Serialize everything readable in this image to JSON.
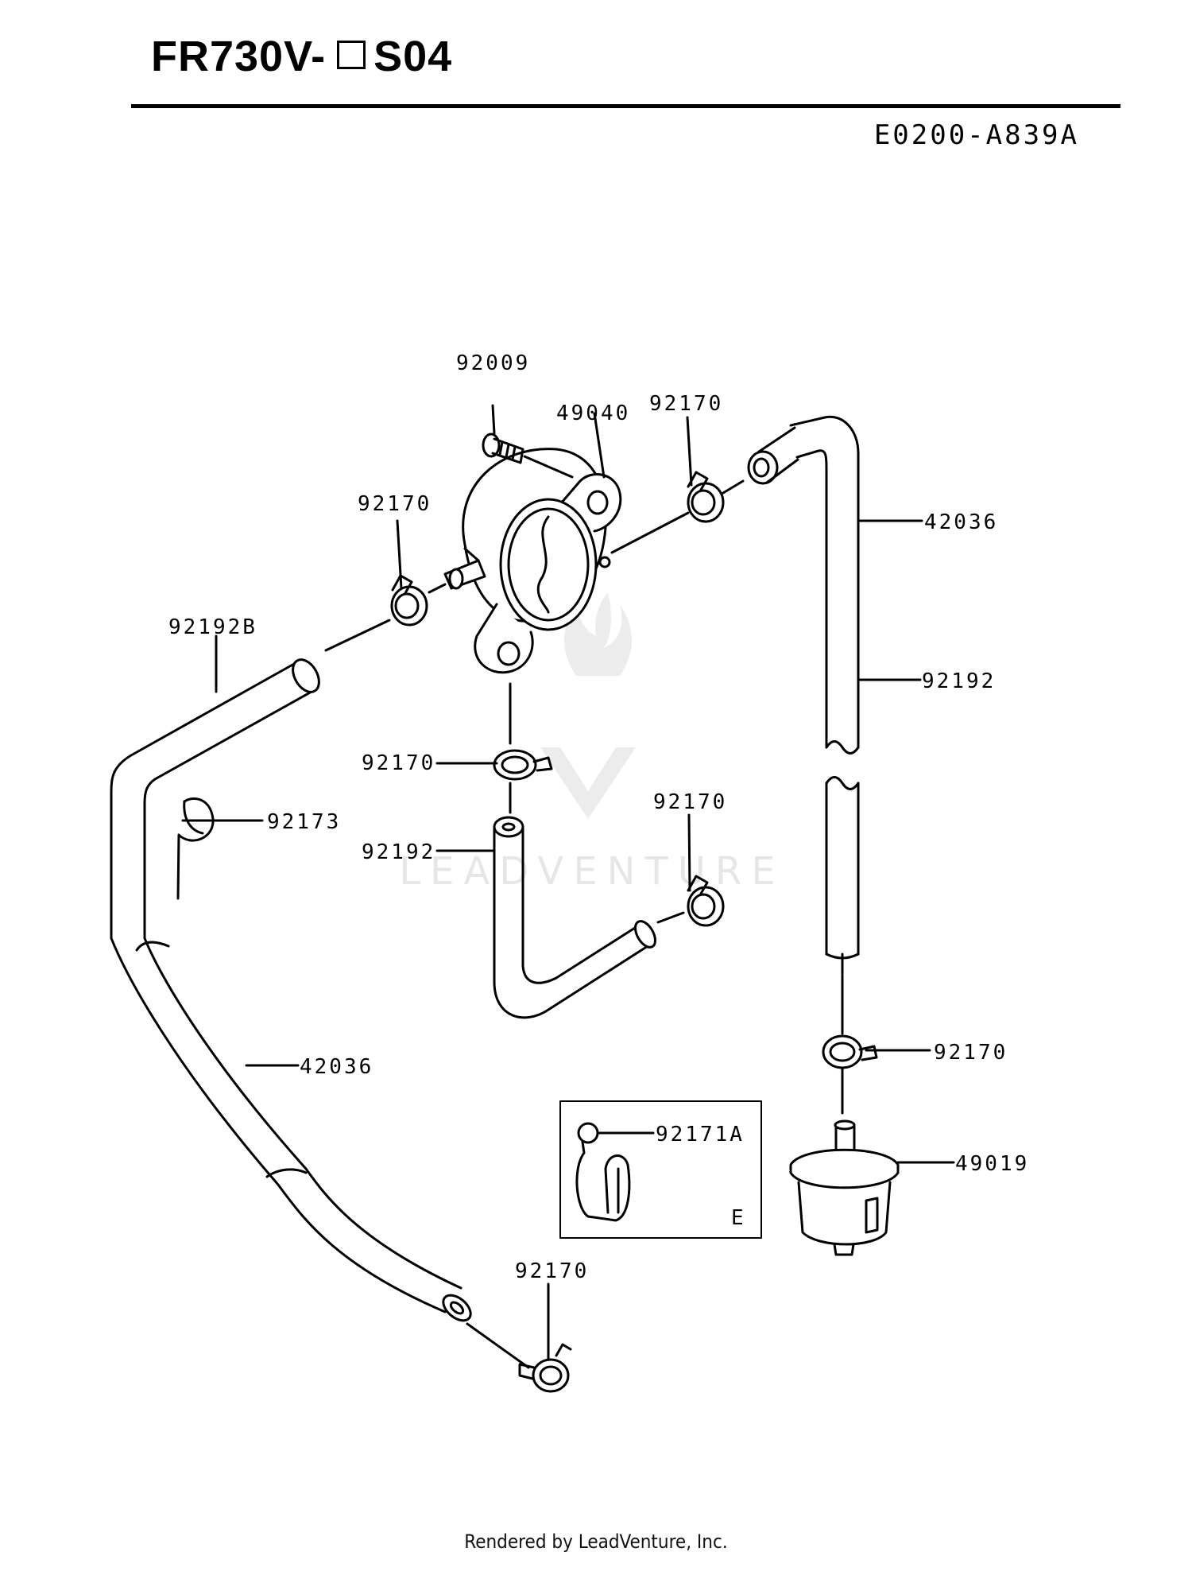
{
  "header": {
    "model_prefix": "FR730V-",
    "model_suffix": "S04",
    "diagram_code": "E0200-A839A"
  },
  "watermark": "LEADVENTURE",
  "parts": [
    {
      "id": "p-92009",
      "label": "92009"
    },
    {
      "id": "p-49040",
      "label": "49040"
    },
    {
      "id": "p-92170-a",
      "label": "92170"
    },
    {
      "id": "p-92170-b",
      "label": "92170"
    },
    {
      "id": "p-42036-a",
      "label": "42036"
    },
    {
      "id": "p-92192b",
      "label": "92192B"
    },
    {
      "id": "p-92192-a",
      "label": "92192"
    },
    {
      "id": "p-92170-c",
      "label": "92170"
    },
    {
      "id": "p-92173",
      "label": "92173"
    },
    {
      "id": "p-92192-b",
      "label": "92192"
    },
    {
      "id": "p-92170-d",
      "label": "92170"
    },
    {
      "id": "p-42036-b",
      "label": "42036"
    },
    {
      "id": "p-92170-e",
      "label": "92170"
    },
    {
      "id": "p-92171a",
      "label": "92171A"
    },
    {
      "id": "p-49019",
      "label": "49019"
    },
    {
      "id": "p-92170-f",
      "label": "92170"
    }
  ],
  "inset": {
    "tag": "E"
  },
  "footer": "Rendered by LeadVenture, Inc."
}
